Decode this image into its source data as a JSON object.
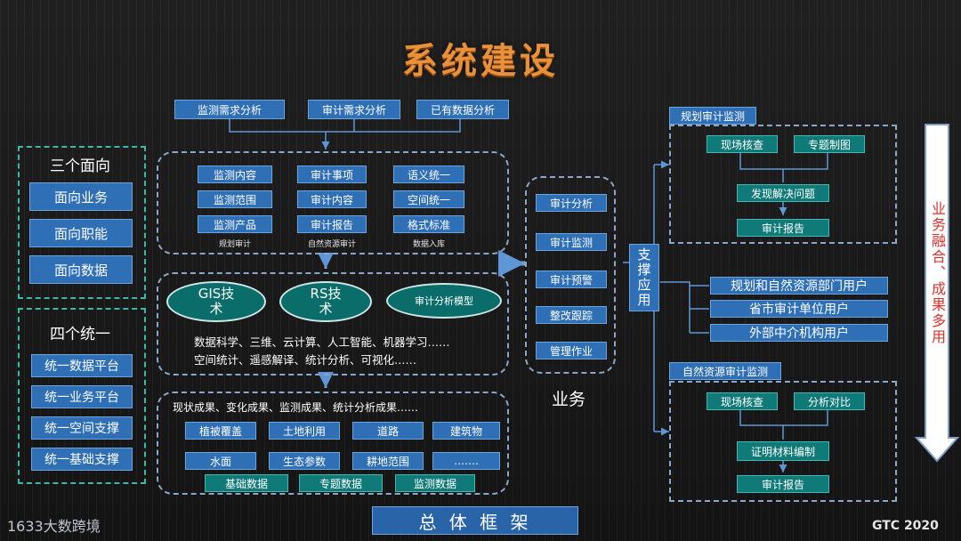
{
  "title": "系统建设",
  "left": {
    "faces_title": "三个面向",
    "faces": [
      "面向业务",
      "面向职能",
      "面向数据"
    ],
    "unify_title": "四个统一",
    "unify": [
      "统一数据平台",
      "统一业务平台",
      "统一空间支撑",
      "统一基础支撑"
    ]
  },
  "top_analysis": [
    "监测需求分析",
    "审计需求分析",
    "已有数据分析"
  ],
  "block1": {
    "col1": [
      "监测内容",
      "监测范围",
      "监测产品"
    ],
    "col2": [
      "审计事项",
      "审计内容",
      "审计报告"
    ],
    "col3": [
      "语义统一",
      "空间统一",
      "格式标准"
    ],
    "labels": [
      "规划审计",
      "自然资源审计",
      "数据入库"
    ]
  },
  "block2": {
    "ellipses": [
      "GIS技术",
      "RS技术",
      "审计分析模型"
    ],
    "line1": "数据科学、三维、云计算、人工智能、机器学习……",
    "line2": "空间统计、遥感解译、统计分析、可视化……"
  },
  "block3": {
    "header": "现状成果、变化成果、监测成果、统计分析成果……",
    "row1": [
      "植被覆盖",
      "土地利用",
      "道路",
      "建筑物"
    ],
    "row2": [
      "水面",
      "生态参数",
      "耕地范围",
      "……."
    ],
    "row3": [
      "基础数据",
      "专题数据",
      "监测数据"
    ]
  },
  "business": {
    "items": [
      "审计分析",
      "审计监测",
      "审计预警",
      "整改跟踪",
      "管理作业"
    ],
    "label": "业务"
  },
  "support": "支撑应用",
  "planning": {
    "title": "规划审计监测",
    "top": [
      "现场核查",
      "专题制图"
    ],
    "mid": "发现解决问题",
    "bottom": "审计报告"
  },
  "users": [
    "规划和自然资源部门用户",
    "省市审计单位用户",
    "外部中介机构用户"
  ],
  "natural": {
    "title": "自然资源审计监测",
    "top": [
      "现场核查",
      "分析对比"
    ],
    "mid": "证明材料编制",
    "bottom": "审计报告"
  },
  "right_arrow_text": "业务融合、成果多用",
  "footer": "总 体 框 架",
  "watermark": "1633大数跨境",
  "gtc": "GTC 2020",
  "colors": {
    "title": "#e8913a",
    "box_blue": "#2f6fb6",
    "box_teal": "#0f7a78",
    "arrow_red": "#e0302a"
  }
}
